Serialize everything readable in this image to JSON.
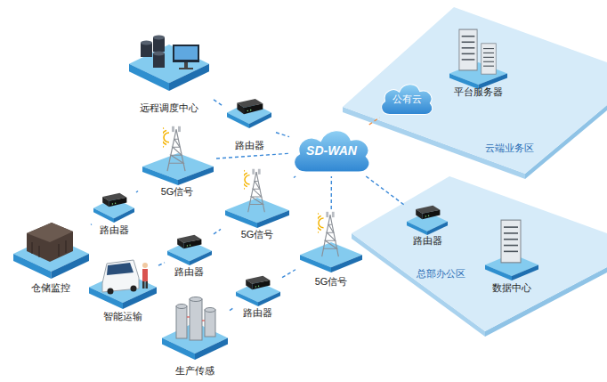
{
  "diagram": {
    "nodes": [
      {
        "text": [
          "远程调度中心"
        ]
      },
      {
        "text": [
          "路由器"
        ]
      },
      {
        "text": [
          "SD-WAN"
        ]
      },
      {
        "text": [
          "云端业务区"
        ]
      },
      {
        "text": [
          "公有云"
        ],
        "in": 3
      },
      {
        "text": [
          "平台服务器"
        ],
        "in": 3
      },
      {
        "text": [
          "5G信号"
        ]
      },
      {
        "text": [
          "路由器"
        ]
      },
      {
        "text": [
          "仓储监控"
        ]
      },
      {
        "text": [
          "5G信号"
        ]
      },
      {
        "text": [
          "路由器"
        ]
      },
      {
        "text": [
          "智能运输"
        ]
      },
      {
        "text": [
          "5G信号"
        ]
      },
      {
        "text": [
          "路由器"
        ]
      },
      {
        "text": [
          "生产传感"
        ]
      },
      {
        "text": [
          "总部办公区"
        ]
      },
      {
        "text": [
          "路由器"
        ],
        "in": 15
      },
      {
        "text": [
          "数据中心"
        ],
        "in": 15
      }
    ],
    "edges": [
      {
        "from": 0,
        "to": 1,
        "arrow": "none"
      },
      {
        "from": 1,
        "to": 2,
        "arrow": "none"
      },
      {
        "from": 2,
        "to": 4,
        "arrow": "none"
      },
      {
        "from": 2,
        "to": 16,
        "arrow": "none"
      },
      {
        "from": 6,
        "to": 2,
        "arrow": "none"
      },
      {
        "from": 9,
        "to": 2,
        "arrow": "none"
      },
      {
        "from": 12,
        "to": 2,
        "arrow": "none"
      },
      {
        "from": 8,
        "to": 7,
        "arrow": "none"
      },
      {
        "from": 7,
        "to": 6,
        "arrow": "none"
      },
      {
        "from": 11,
        "to": 10,
        "arrow": "none"
      },
      {
        "from": 10,
        "to": 9,
        "arrow": "none"
      },
      {
        "from": 14,
        "to": 13,
        "arrow": "none"
      },
      {
        "from": 13,
        "to": 12,
        "arrow": "none"
      }
    ]
  }
}
